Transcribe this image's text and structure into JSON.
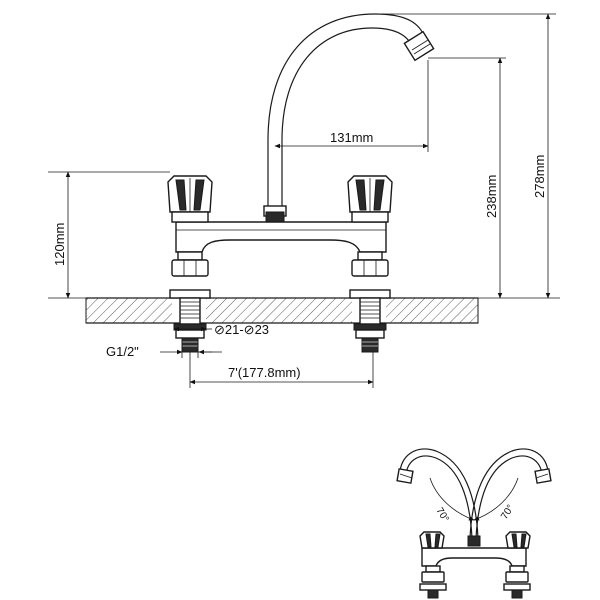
{
  "dimensions": {
    "spout_reach": "131mm",
    "outlet_height": "238mm",
    "total_height": "278mm",
    "handle_height": "120mm",
    "thread_size": "G1/2\"",
    "hole_diameter": "⊘21-⊘23",
    "center_distance": "7'(177.8mm)"
  },
  "swivel": {
    "left_angle": "70°",
    "right_angle": "70°"
  }
}
